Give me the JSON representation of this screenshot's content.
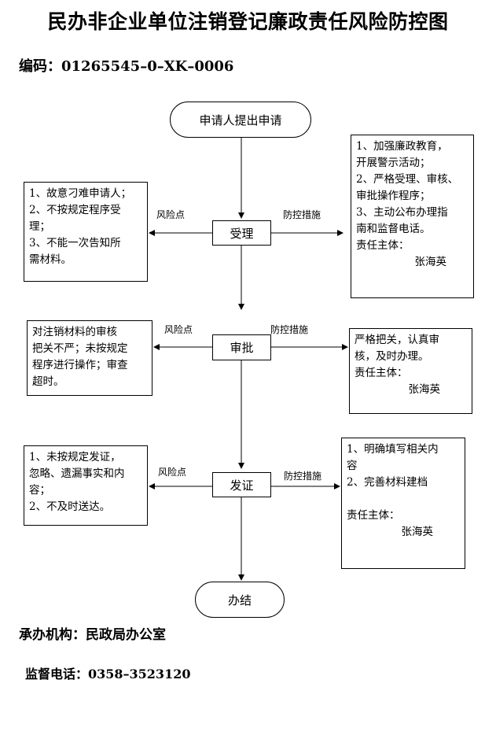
{
  "title": "民办非企业单位注销登记廉政责任风险防控图",
  "code": "编码：01265545–0–XK–0006",
  "start": "申请人提出申请",
  "end": "办结",
  "risk_label": "风险点",
  "control_label": "防控措施",
  "steps": [
    {
      "name": "受理",
      "risk": [
        "1、故意刁难申请人；",
        "2、不按规定程序受",
        "理；",
        "3、不能一次告知所",
        "需材料。"
      ],
      "control": [
        "1、加强廉政教育，",
        "开展警示活动；",
        "2、严格受理、审核、",
        "审批操作程序；",
        "3、主动公布办理指",
        "南和监督电话。",
        "责任主体："
      ],
      "responsible": "张海英"
    },
    {
      "name": "审批",
      "risk": [
        "对注销材料的审核",
        "把关不严；未按规定",
        "程序进行操作；审查",
        "超时。"
      ],
      "control": [
        "严格把关，认真审",
        "核，及时办理。",
        "责任主体："
      ],
      "responsible": "张海英"
    },
    {
      "name": "发证",
      "risk": [
        "1、未按规定发证，",
        "忽略、遗漏事实和内",
        "容；",
        "2、不及时送达。"
      ],
      "control": [
        "1、明确填写相关内",
        "容",
        "2、完善材料建档",
        "",
        "责任主体："
      ],
      "responsible": "张海英"
    }
  ],
  "footer": {
    "org": "承办机构：民政局办公室",
    "phone": "监督电话：0358–3523120"
  }
}
